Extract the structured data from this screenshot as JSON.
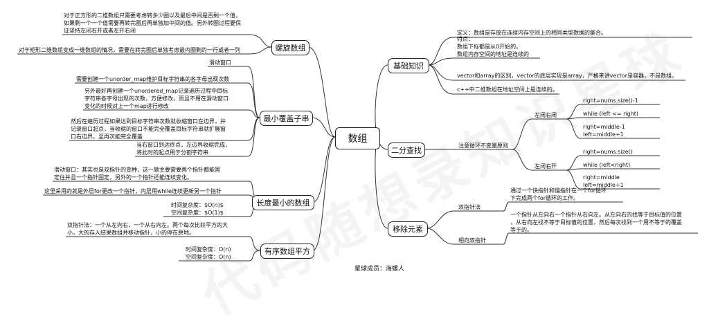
{
  "watermark": "代码随想录知识星球",
  "root": "数组",
  "footer": "星球成员：海螺人",
  "branches": {
    "basics": {
      "label": "基础知识",
      "definition": "定义：数组是存放在连续内存空间上的相同类型数据的集合。",
      "features": "特点：\n数组下标都是从0开始的。\n数组内存空间的地址是连续的",
      "vector_note": "vector和array的区别，vector的底层实现是array，严格来讲vector是容器，不是数组。",
      "cpp_note": "c++中二维数组在地址空间上是连续的。"
    },
    "binary_search": {
      "label": "二分查找",
      "rule": "注意循环不变量原则",
      "closed": {
        "label": "左闭右闭",
        "init": "right=nums.size()-1",
        "loop": "while (left <= right)",
        "update": "right=middle-1\nleft=middle+1"
      },
      "open": {
        "label": "左闭右开",
        "init": "right=nums.size()",
        "loop": "while (left<right)",
        "update": "right=middle\nleft=middle+1"
      }
    },
    "remove": {
      "label": "移除元素",
      "two_pointer": "双指针法",
      "two_pointer_desc": "通过一个快指针和慢指针在一个for循环\n下完成两个for循环的工作。",
      "opposite": "相向双指针",
      "opposite_desc": "一个指针从左向右一个指针从右向左。从左向右的找等于目标值的位置\n，从右向左找不等于目标值的位置，然后每次找到一个用不等于的覆盖\n等于的。"
    },
    "spiral": {
      "label": "螺旋数组",
      "note1": "对于正方形的二维数组只需要考虑转多少圈以及最后中间是否剩一个值，\n如果剩一个一个值需要再转完圈后再单独加中间的值。另外转圈过程要保\n证坚持左闭右开或者左开右闭",
      "note2": "对于矩形二维数组变成一维数组的情况，需要在转完圈后单独考虑最内圈剩的一行或者一列"
    },
    "min_cover": {
      "label": "最小覆盖子串",
      "n1": "滑动窗口",
      "n2": "需要创建一个unorder_map维护目标字符串的各字母出现次数",
      "n3": "另外最好再创建一个unordered_map记录遍历过程中目标\n字符串各字母出现的次数，方便修改，而且不用在滑动窗口\n变化的时候对上一个map进行修改",
      "n4": "然后在遍历过程如果达到目标字符串次数就收缩窗口左边界，并\n记录窗口起点，当收缩的窗口不能完全覆盖目标字符串就扩展窗\n口右边界，至再次能完全覆盖",
      "n5": "当右窗口到达终点，左边界收缩完成，\n将此时的起点用于分割字符串"
    },
    "min_len": {
      "label": "长度最小的数组",
      "n1": "滑动窗口：其实也是双指针的变种，这一题主要需要两个指针都能固\n定住并且一个指针固定，另外的一个指针还能连续变化。",
      "n2": "这里采用的就是外层for更改一个指针，内层用while连续更新另一个指针",
      "n3": "时间复杂度：$O(n)$\n空间复杂度：$O(1)$"
    },
    "squares": {
      "label": "有序数组平方",
      "n1": "双指针法：一个从左向右，一个从右向左。两个每次比较平方的大\n小，大的存入结果数组并移动指针，小的停在原地。",
      "n2": "时间复杂度：O(n)\n空间复杂度：O(n)"
    }
  }
}
